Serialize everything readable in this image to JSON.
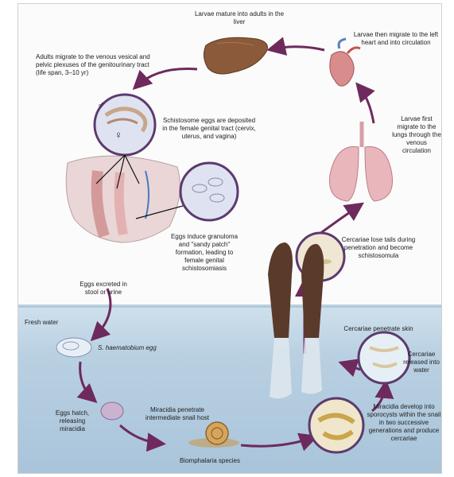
{
  "labels": {
    "larvae_liver": "Larvae mature into adults in the liver",
    "larvae_heart": "Larvae then migrate to the left heart and into circulation",
    "adults_migrate": "Adults migrate to the venous vesical and pelvic plexuses of the genitourinary tract (life span, 3–10 yr)",
    "eggs_deposited": "Schistosome eggs are deposited in the female genital tract (cervix, uterus, and vagina)",
    "larvae_lungs": "Larvae first migrate to the lungs through the venous circulation",
    "eggs_granuloma": "Eggs induce granuloma and \"sandy patch\" formation, leading to female genital schistosomiasis",
    "cercariae_lose_tails": "Cercariae lose tails during penetration and become schistosomula",
    "eggs_excreted": "Eggs excreted in stool or urine",
    "fresh_water": "Fresh water",
    "s_haematobium_egg": "S. haematobium egg",
    "cercariae_penetrate": "Cercariae penetrate skin",
    "cercariae_released": "Cercariae released into water",
    "eggs_hatch": "Eggs hatch, releasing miracidia",
    "miracidia_penetrate": "Miracidia penetrate intermediate snail host",
    "miracidia_develop": "Miracidia develop into sporocysts within the snail in two successive generations and produce cercariae",
    "biomphalaria": "Biomphalaria species"
  },
  "symbols": {
    "male": "♂",
    "female": "♀"
  },
  "colors": {
    "arrow": "#6e2a5c",
    "water": "#b9d0e2",
    "circle_fill": "#dfe2f0",
    "circle_stroke": "#5c3a6e",
    "liver": "#8a5a3a",
    "lung": "#e9b6bb",
    "skin": "#5a3a2a"
  }
}
